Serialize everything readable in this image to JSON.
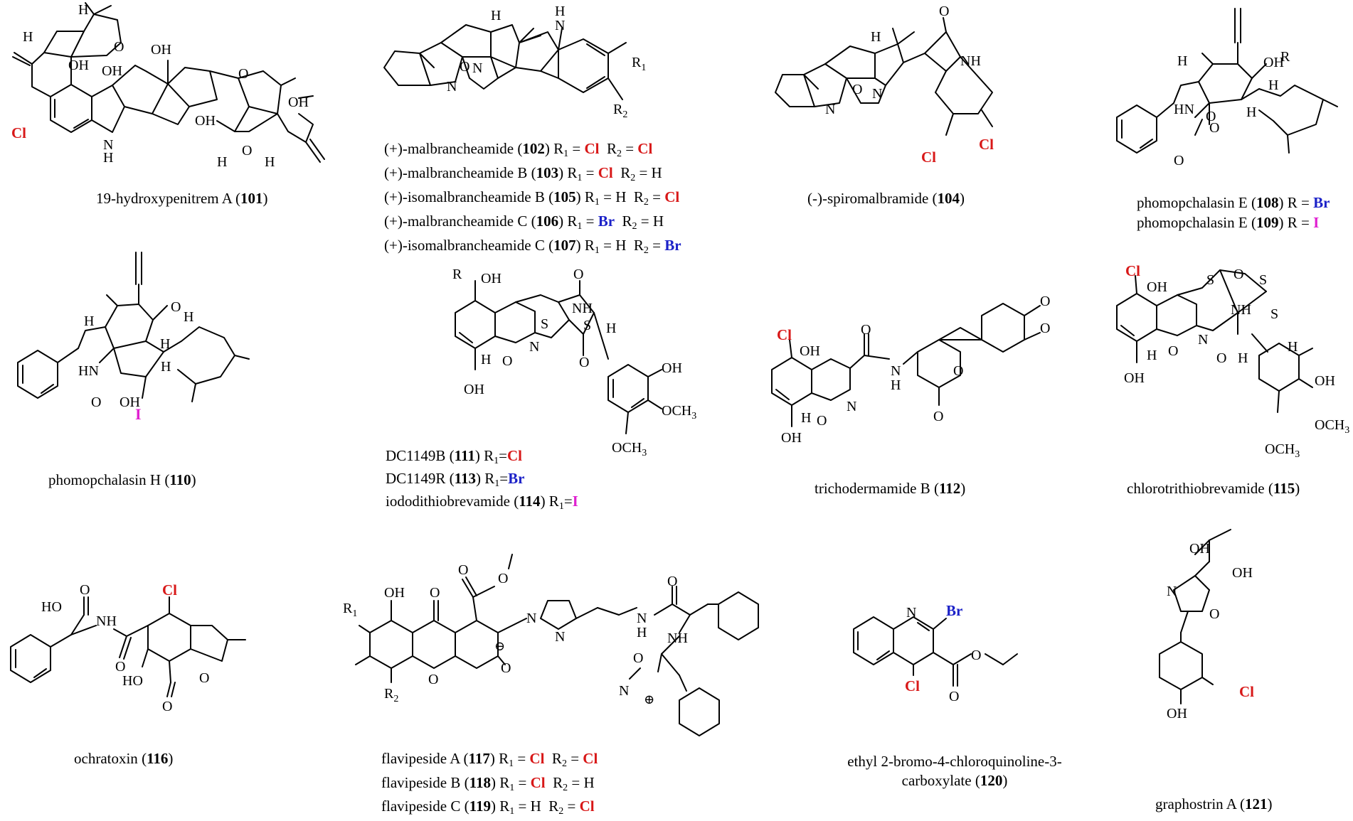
{
  "colors": {
    "Cl": "#d81818",
    "Br": "#1c22c8",
    "I": "#e020d0"
  },
  "compounds": [
    {
      "name": "19-hydroxypenitrem A",
      "num": "101"
    },
    {
      "name": "(+)-malbrancheamide",
      "num": "102",
      "r1": "Cl",
      "r2": "Cl"
    },
    {
      "name": "(+)-malbrancheamide B",
      "num": "103",
      "r1": "Cl",
      "r2": "H"
    },
    {
      "name": "(-)-spiromalbramide",
      "num": "104"
    },
    {
      "name": "(+)-isomalbrancheamide B",
      "num": "105",
      "r1": "H",
      "r2": "Cl"
    },
    {
      "name": "(+)-malbrancheamide C",
      "num": "106",
      "r1": "Br",
      "r2": "H"
    },
    {
      "name": "(+)-isomalbrancheamide C",
      "num": "107",
      "r1": "H",
      "r2": "Br"
    },
    {
      "name": "phomopchalasin E",
      "num": "108",
      "r": "Br"
    },
    {
      "name": "phomopchalasin E",
      "num": "109",
      "r": "I"
    },
    {
      "name": "phomopchalasin H",
      "num": "110"
    },
    {
      "name": "DC1149B",
      "num": "111",
      "r1": "Cl"
    },
    {
      "name": "trichodermamide B",
      "num": "112"
    },
    {
      "name": "DC1149R",
      "num": "113",
      "r1": "Br"
    },
    {
      "name": "iododithiobrevamide",
      "num": "114",
      "r1": "I"
    },
    {
      "name": "chlorotrithiobrevamide",
      "num": "115"
    },
    {
      "name": "ochratoxin",
      "num": "116"
    },
    {
      "name": "flavipeside A",
      "num": "117",
      "r1": "Cl",
      "r2": "Cl"
    },
    {
      "name": "flavipeside B",
      "num": "118",
      "r1": "Cl",
      "r2": "H"
    },
    {
      "name": "flavipeside C",
      "num": "119",
      "r1": "H",
      "r2": "Cl"
    },
    {
      "name": "ethyl 2-bromo-4-chloroquinoline-3-",
      "name2": "carboxylate",
      "num": "120"
    },
    {
      "name": "graphostrin A",
      "num": "121"
    }
  ],
  "atoms": {
    "cl": "Cl",
    "br": "Br",
    "i": "I",
    "oh": "OH",
    "ho": "HO",
    "o": "O",
    "n": "N",
    "nh": "NH",
    "hn": "HN",
    "h": "H",
    "s": "S",
    "r": "R",
    "r1": "R",
    "r2": "R",
    "och3": "OCH",
    "three": "3",
    "one": "1",
    "two": "2",
    "ominus": "O",
    "minus": "⊖",
    "plus": "⊕"
  }
}
